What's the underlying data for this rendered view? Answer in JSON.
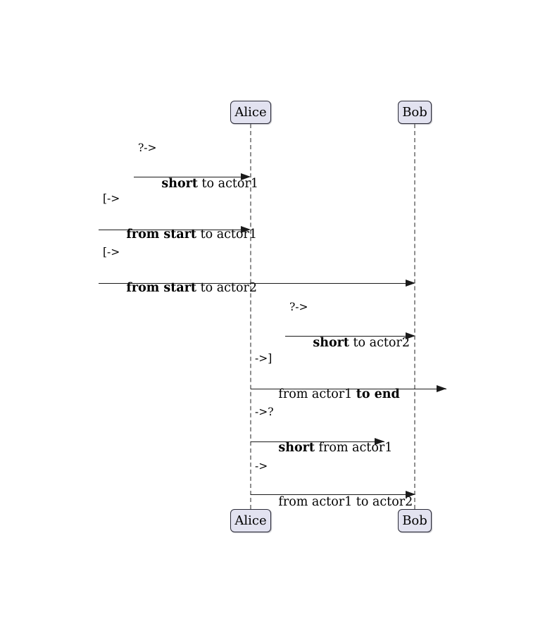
{
  "diagram": {
    "type": "sequence-diagram",
    "participants": [
      {
        "name": "Alice"
      },
      {
        "name": "Bob"
      }
    ],
    "messages": [
      {
        "syntax": "?->",
        "pre": "",
        "bold": "short",
        "post": " to actor1"
      },
      {
        "syntax": "[->",
        "pre": "",
        "bold": "from start",
        "post": " to actor1"
      },
      {
        "syntax": "[->",
        "pre": "",
        "bold": "from start",
        "post": " to actor2"
      },
      {
        "syntax": "?->",
        "pre": "",
        "bold": "short",
        "post": " to actor2"
      },
      {
        "syntax": "->]",
        "pre": "from actor1 ",
        "bold": "to end",
        "post": ""
      },
      {
        "syntax": "->?",
        "pre": "",
        "bold": "short",
        "post": " from actor1"
      },
      {
        "syntax": "->",
        "pre": "from actor1 to actor2",
        "bold": "",
        "post": ""
      }
    ],
    "colors": {
      "participant_fill": "#E2E2F0",
      "participant_border": "#2B2B38",
      "lifeline": "#8F8F8F",
      "arrow": "#1A1A1A",
      "text": "#000000",
      "background": "#FFFFFF"
    }
  }
}
